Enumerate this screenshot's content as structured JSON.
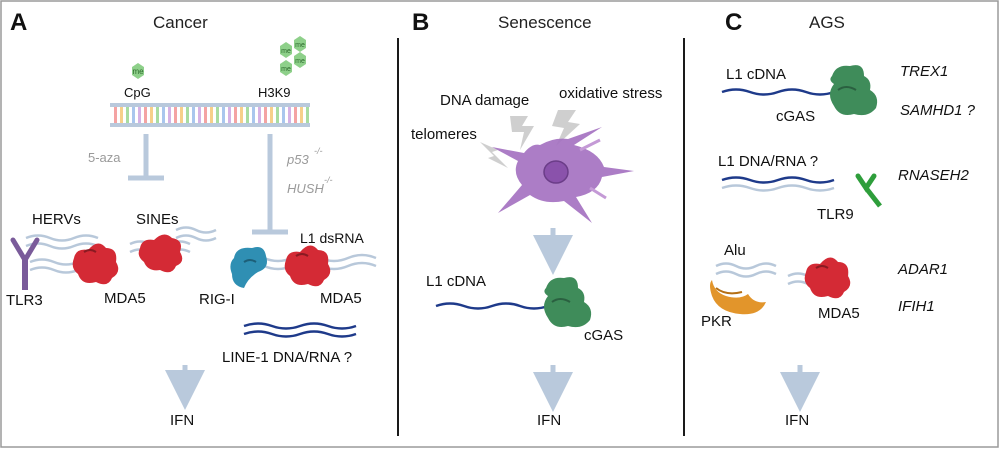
{
  "colors": {
    "frame": "#9a9a9a",
    "divider": "#1a1a1a",
    "arrow": "#b9c9dc",
    "arrow_gray": "#aeb7c1",
    "strand_light": "#b8c8da",
    "strand_dark": "#1e3a8a",
    "mda5_red": "#d42a35",
    "cgas_green": "#3f8c5a",
    "tlr3_purple": "#7a5b9a",
    "tlr9_green": "#2e9e3b",
    "rigi_blue": "#2f8fb3",
    "pkr_orange": "#e2952b",
    "methyl_green": "#8ed08a",
    "cell_purple": "#a36fc0",
    "bolt_gray": "#cfcfcf"
  },
  "panels": {
    "cancer": {
      "letter": "A",
      "title": "Cancer",
      "cpg_label": "CpG",
      "h3k9_label": "H3K9",
      "methyl_label": "me",
      "aza_label": "5-aza",
      "p53_label": "p53",
      "p53_sup": "-/-",
      "hush_label": "HUSH",
      "hush_sup": "-/-",
      "hervs_label": "HERVs",
      "sines_label": "SINEs",
      "l1_dsrna_label": "L1 dsRNA",
      "tlr3_label": "TLR3",
      "mda5_label_1": "MDA5",
      "rigi_label": "RIG-I",
      "mda5_label_2": "MDA5",
      "line1_label": "LINE-1 DNA/RNA  ?",
      "ifn_label": "IFN"
    },
    "senescence": {
      "letter": "B",
      "title": "Senescence",
      "dna_damage_label": "DNA damage",
      "oxidative_label": "oxidative  stress",
      "telomeres_label": "telomeres",
      "l1cdna_label": "L1 cDNA",
      "cgas_label": "cGAS",
      "ifn_label": "IFN"
    },
    "ags": {
      "letter": "C",
      "title": "AGS",
      "l1cdna_label": "L1 cDNA",
      "cgas_label": "cGAS",
      "trex1": "TREX1",
      "samhd1": "SAMHD1 ?",
      "l1dnarna_label": "L1 DNA/RNA  ?",
      "tlr9_label": "TLR9",
      "rnaseh2": "RNASEH2",
      "alu_label": "Alu",
      "pkr_label": "PKR",
      "mda5_label": "MDA5",
      "adar1": "ADAR1",
      "ifih1": "IFIH1",
      "ifn_label": "IFN"
    }
  }
}
